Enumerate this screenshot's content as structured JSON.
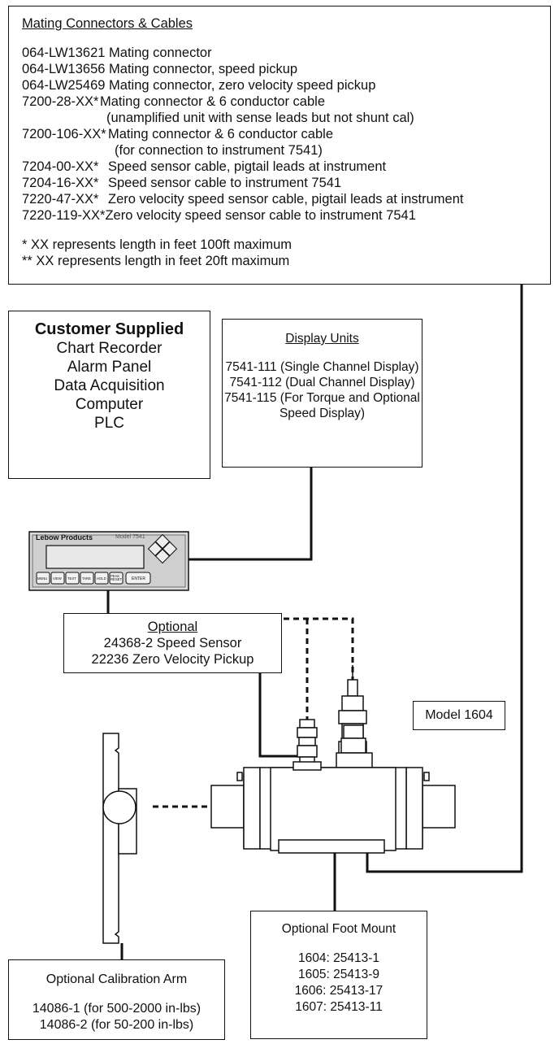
{
  "mating": {
    "title": "Mating Connectors & Cables",
    "items": [
      {
        "pn": "064-LW13621",
        "desc": "Mating connector"
      },
      {
        "pn": "064-LW13656",
        "desc": "Mating connector,  speed pickup"
      },
      {
        "pn": "064-LW25469",
        "desc": "Mating connector, zero velocity speed pickup"
      },
      {
        "pn": "7200-28-XX*",
        "desc": "Mating connector & 6 conductor cable"
      },
      {
        "pn": "",
        "desc": "(unamplified unit with sense leads but not shunt cal)"
      },
      {
        "pn": "7200-106-XX*",
        "desc": "Mating connector & 6 conductor cable"
      },
      {
        "pn": "",
        "desc": "(for connection to instrument 7541)"
      },
      {
        "pn": "7204-00-XX*",
        "desc": "Speed sensor cable, pigtail leads at instrument"
      },
      {
        "pn": "7204-16-XX*",
        "desc": "Speed sensor cable to instrument 7541"
      },
      {
        "pn": "7220-47-XX*",
        "desc": "Zero velocity speed sensor cable, pigtail leads at instrument"
      },
      {
        "pn": "7220-119-XX*",
        "desc": "Zero velocity speed sensor cable to instrument 7541"
      }
    ],
    "note1": "*  XX represents length in feet  100ft maximum",
    "note2": "** XX represents length in feet  20ft maximum"
  },
  "customer": {
    "title": "Customer Supplied",
    "items": [
      "Chart Recorder",
      "Alarm Panel",
      "Data Acquisition",
      "Computer",
      "PLC"
    ]
  },
  "display": {
    "title": "Display Units",
    "items": [
      "7541-111 (Single Channel Display)",
      "7541-112 (Dual Channel Display)",
      "7541-115 (For Torque and Optional",
      "Speed Display)"
    ]
  },
  "instrument": {
    "brand": "Lebow Products",
    "model": "Model 7541",
    "buttons": [
      "MENU",
      "VIEW",
      "TEST",
      "TARE",
      "HOLD",
      "PEAK RESET",
      "ENTER"
    ]
  },
  "optional": {
    "title": "Optional",
    "items": [
      "24368-2 Speed Sensor",
      "22236 Zero Velocity Pickup"
    ]
  },
  "model": {
    "label": "Model 1604"
  },
  "calibration": {
    "title": "Optional Calibration Arm",
    "items": [
      "14086-1 (for 500-2000 in-lbs)",
      "14086-2 (for 50-200 in-lbs)"
    ]
  },
  "foot": {
    "title": "Optional Foot Mount",
    "items": [
      "1604: 25413-1",
      "1605: 25413-9",
      "1606: 25413-17",
      "1607: 25413-11"
    ]
  }
}
